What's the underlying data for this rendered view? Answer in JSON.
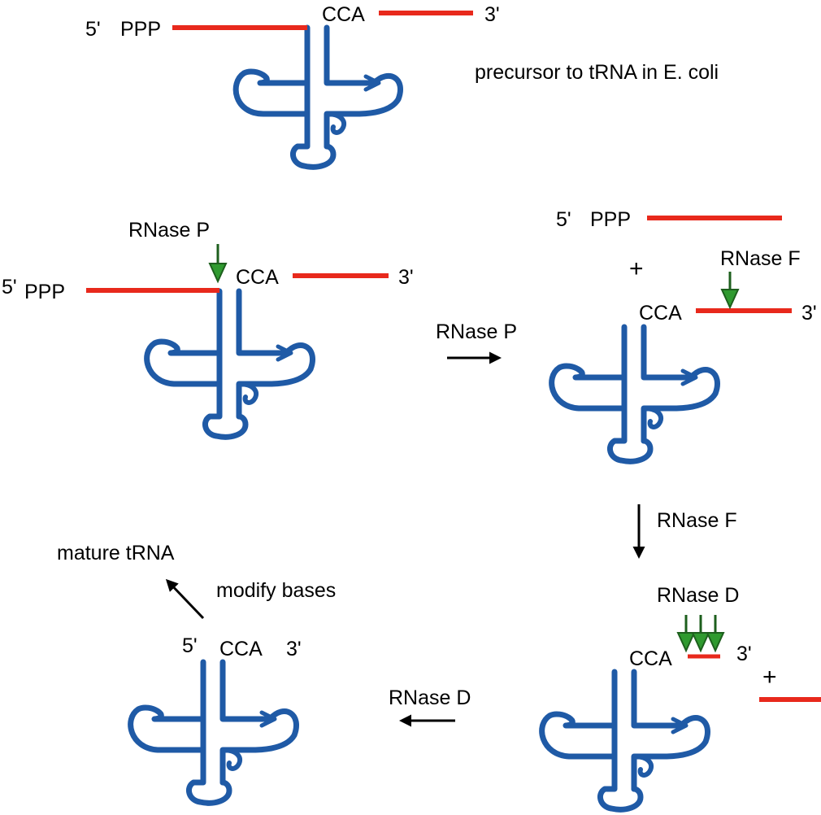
{
  "colors": {
    "trna": "#1f5aa6",
    "rna_segment": "#e8291c",
    "cleavage_arrow": "#2f9a2f",
    "cleavage_arrow_stroke": "#1d5f1d",
    "process_arrow": "#000000",
    "text": "#000000"
  },
  "precursor": {
    "five_prime": "5'",
    "ppp": "PPP",
    "cca": "CCA",
    "three_prime": "3'",
    "caption": "precursor to tRNA in E. coli"
  },
  "step_rnase_p": {
    "enzyme": "RNase P",
    "five_prime": "5'",
    "ppp": "PPP",
    "cca": "CCA",
    "three_prime": "3'"
  },
  "arrow_p": {
    "label": "RNase P"
  },
  "after_p": {
    "five_prime": "5'",
    "ppp": "PPP",
    "plus": "+",
    "enzyme": "RNase F",
    "cca": "CCA",
    "three_prime": "3'"
  },
  "arrow_f": {
    "label": "RNase F"
  },
  "after_f": {
    "enzyme": "RNase D",
    "cca": "CCA",
    "three_prime": "3'",
    "plus": "+"
  },
  "arrow_d": {
    "label": "RNase D"
  },
  "final": {
    "five_prime": "5'",
    "cca": "CCA",
    "three_prime": "3'"
  },
  "arrow_modify": {
    "label": "modify bases"
  },
  "mature": {
    "label": "mature tRNA"
  }
}
